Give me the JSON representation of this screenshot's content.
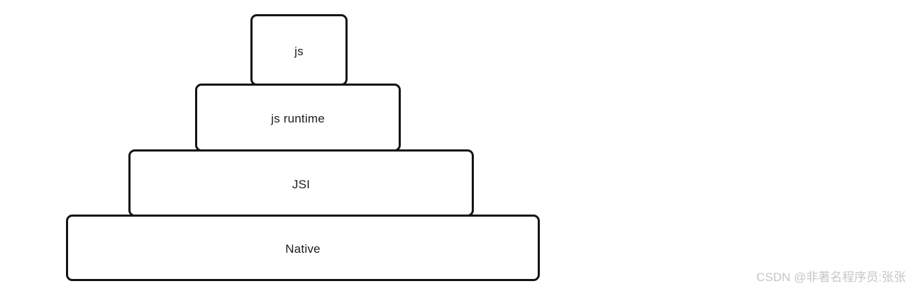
{
  "diagram": {
    "layers": [
      {
        "id": "js",
        "label": "js"
      },
      {
        "id": "js-runtime",
        "label": "js runtime"
      },
      {
        "id": "jsi",
        "label": "JSI"
      },
      {
        "id": "native",
        "label": "Native"
      }
    ]
  },
  "watermark": {
    "text": "CSDN @非著名程序员:张张"
  },
  "colors": {
    "background": "#ffffff",
    "box_fill": "#ffffff",
    "box_border": "#141414",
    "label_text": "#1c1c1c",
    "watermark_text": "#c6c6c6"
  }
}
